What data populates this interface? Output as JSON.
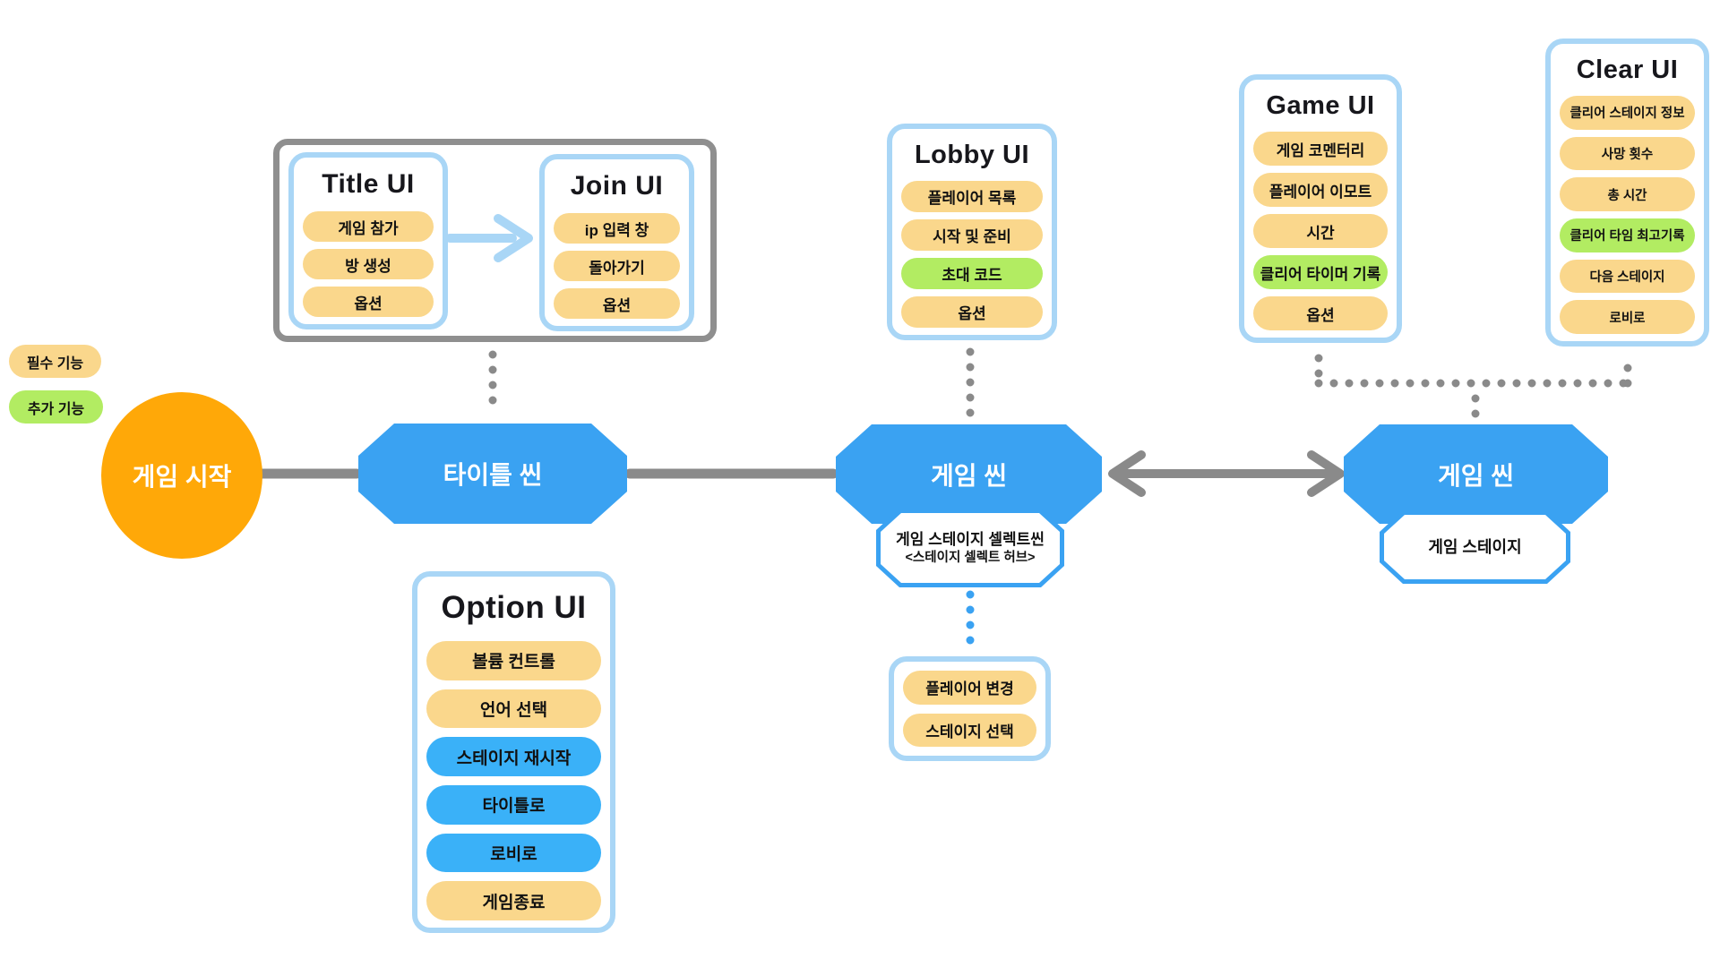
{
  "legend": {
    "required_label": "필수 기능",
    "extra_label": "추가 기능"
  },
  "nodes": {
    "start": {
      "label": "게임 시작"
    },
    "title_scene": {
      "label": "타이틀 씬"
    },
    "game_scene_select": {
      "label": "게임 씬"
    },
    "game_scene_stage": {
      "label": "게임 씬"
    },
    "stage_select_hub": {
      "line1": "게임 스테이지 셀렉트씬",
      "line2": "<스테이지 셀렉트 허브>"
    },
    "game_stage": {
      "label": "게임 스테이지"
    }
  },
  "panels": {
    "title_ui": {
      "title": "Title UI",
      "items": [
        {
          "label": "게임 참가",
          "type": "required"
        },
        {
          "label": "방 생성",
          "type": "required"
        },
        {
          "label": "옵션",
          "type": "required"
        }
      ]
    },
    "join_ui": {
      "title": "Join UI",
      "items": [
        {
          "label": "ip 입력 창",
          "type": "required"
        },
        {
          "label": "돌아가기",
          "type": "required"
        },
        {
          "label": "옵션",
          "type": "required"
        }
      ]
    },
    "lobby_ui": {
      "title": "Lobby UI",
      "items": [
        {
          "label": "플레이어 목록",
          "type": "required"
        },
        {
          "label": "시작 및 준비",
          "type": "required"
        },
        {
          "label": "초대 코드",
          "type": "extra"
        },
        {
          "label": "옵션",
          "type": "required"
        }
      ]
    },
    "game_ui": {
      "title": "Game UI",
      "items": [
        {
          "label": "게임 코멘터리",
          "type": "required"
        },
        {
          "label": "플레이어 이모트",
          "type": "required"
        },
        {
          "label": "시간",
          "type": "required"
        },
        {
          "label": "클리어 타이머 기록",
          "type": "extra"
        },
        {
          "label": "옵션",
          "type": "required"
        }
      ]
    },
    "clear_ui": {
      "title": "Clear UI",
      "items": [
        {
          "label": "클리어 스테이지 정보",
          "type": "required"
        },
        {
          "label": "사망 횟수",
          "type": "required"
        },
        {
          "label": "총 시간",
          "type": "required"
        },
        {
          "label": "클리어 타임 최고기록",
          "type": "extra"
        },
        {
          "label": "다음 스테이지",
          "type": "required"
        },
        {
          "label": "로비로",
          "type": "required"
        }
      ]
    },
    "option_ui": {
      "title": "Option UI",
      "items": [
        {
          "label": "볼륨 컨트롤",
          "type": "required"
        },
        {
          "label": "언어 선택",
          "type": "required"
        },
        {
          "label": "스테이지 재시작",
          "type": "nav"
        },
        {
          "label": "타이틀로",
          "type": "nav"
        },
        {
          "label": "로비로",
          "type": "nav"
        },
        {
          "label": "게임종료",
          "type": "required"
        }
      ]
    },
    "stage_select_panel": {
      "items": [
        {
          "label": "플레이어 변경",
          "type": "required"
        },
        {
          "label": "스테이지 선택",
          "type": "required"
        }
      ]
    }
  },
  "colors": {
    "required": "#FAD78C",
    "extra": "#B2EC62",
    "nav": "#3AB1F8",
    "scene": "#3AA2F2",
    "start": "#FFA808",
    "panel_border": "#A9D6F6",
    "group_border": "#8F8F8F",
    "connector_gray": "#8A8A8A",
    "connector_blue": "#3AA2F2",
    "arrow_lightblue": "#A9D6F6"
  }
}
